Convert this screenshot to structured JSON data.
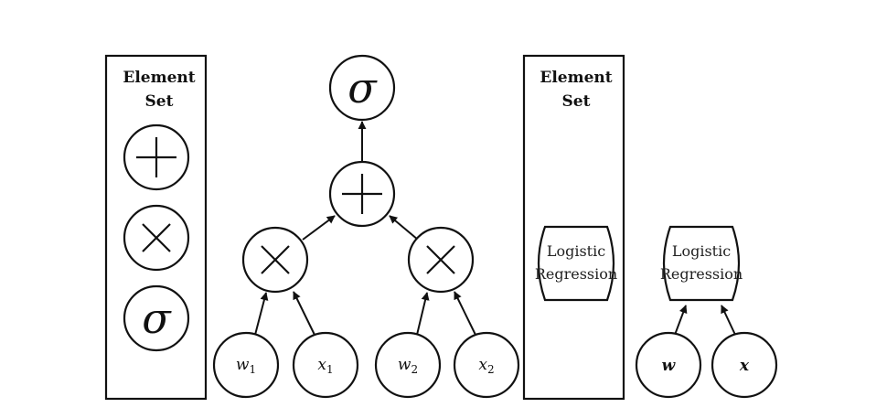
{
  "left_element_set": {
    "title_line1": "Element",
    "title_line2": "Set",
    "items": [
      "+",
      "×",
      "σ"
    ]
  },
  "tree": {
    "root": "σ",
    "sum": "+",
    "mult_left": "×",
    "mult_right": "×",
    "leaves": [
      {
        "base": "w",
        "sub": "1"
      },
      {
        "base": "x",
        "sub": "1"
      },
      {
        "base": "w",
        "sub": "2"
      },
      {
        "base": "x",
        "sub": "2"
      }
    ]
  },
  "right_element_set": {
    "title_line1": "Element",
    "title_line2": "Set",
    "module_line1": "Logistic",
    "module_line2": "Regression"
  },
  "compact": {
    "module_line1": "Logistic",
    "module_line2": "Regression",
    "input_w": "w",
    "input_x": "x"
  }
}
